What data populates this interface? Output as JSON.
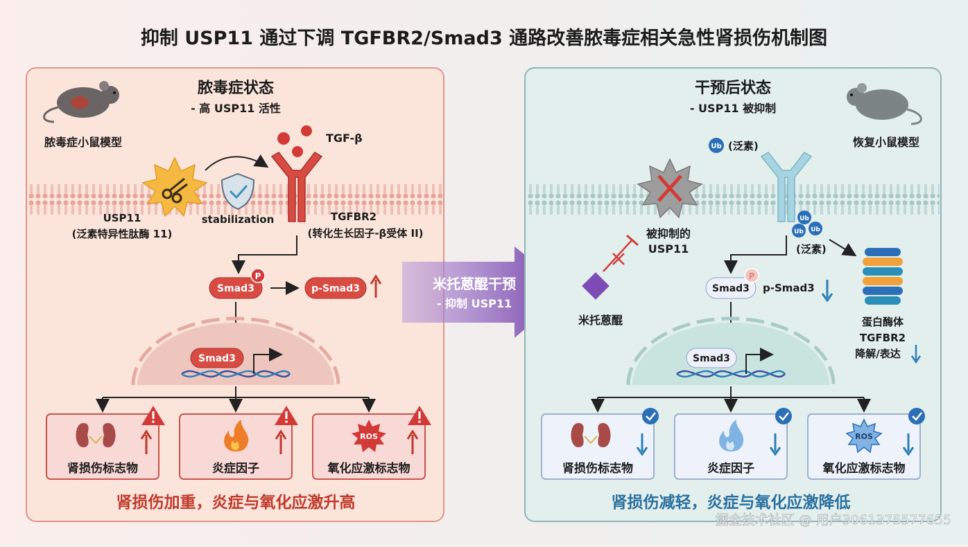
{
  "title": "抑制 USP11 通过下调 TGFBR2/Smad3 通路改善脓毒症相关急性肾损伤机制图",
  "colors": {
    "sepsis_panel_bg": "#fbe6dc",
    "sepsis_border": "#d98b82",
    "intervention_panel_bg": "#e3f0ee",
    "intervention_border": "#8fb5b5",
    "red_accent": "#c0392b",
    "blue_accent": "#2a7fb8",
    "purple_arrow": "#7d4bb5"
  },
  "left": {
    "heading": "脓毒症状态",
    "subheading": "- 高 USP11 活性",
    "mouse_label": "脓毒症小鼠模型",
    "ligand": "TGF-β",
    "usp11_name": "USP11",
    "usp11_full": "(泛素特异性肽酶 11)",
    "stabilization": "stabilization",
    "receptor_name": "TGFBR2",
    "receptor_full": "(转化生长因子-β受体 II)",
    "smad3": "Smad3",
    "phospho": "P",
    "p_smad3": "p-Smad3",
    "nuclear_smad3": "Smad3",
    "outcomes": [
      {
        "label": "肾损伤标志物",
        "icon": "kidney-icon"
      },
      {
        "label": "炎症因子",
        "icon": "flame-icon"
      },
      {
        "label": "氧化应激标志物",
        "icon": "ros-icon",
        "badge": "ROS"
      }
    ],
    "summary": "肾损伤加重，炎症与氧化应激升高"
  },
  "middle": {
    "arrow_title": "米托蒽醌干预",
    "arrow_sub": "- 抑制 USP11"
  },
  "right": {
    "heading": "干预后状态",
    "subheading": "- USP11 被抑制",
    "mouse_label": "恢复小鼠模型",
    "ub": "Ub",
    "ubiquitin_label": "(泛素)",
    "inhibited_name": "被抑制的",
    "inhibited_usp11": "USP11",
    "drug": "米托蒽醌",
    "smad3": "Smad3",
    "phospho": "P",
    "p_smad3": "p-Smad3",
    "nuclear_smad3": "Smad3",
    "proteasome_line1": "蛋白酶体",
    "proteasome_line2": "TGFBR2",
    "proteasome_line3": "降解/表达",
    "outcomes": [
      {
        "label": "肾损伤标志物",
        "icon": "kidney-icon"
      },
      {
        "label": "炎症因子",
        "icon": "flame-icon"
      },
      {
        "label": "氧化应激标志物",
        "icon": "ros-icon",
        "badge": "ROS"
      }
    ],
    "summary": "肾损伤减轻，炎症与氧化应激降低"
  },
  "watermark": "掘金技术社区 @ 用户3061375577655"
}
